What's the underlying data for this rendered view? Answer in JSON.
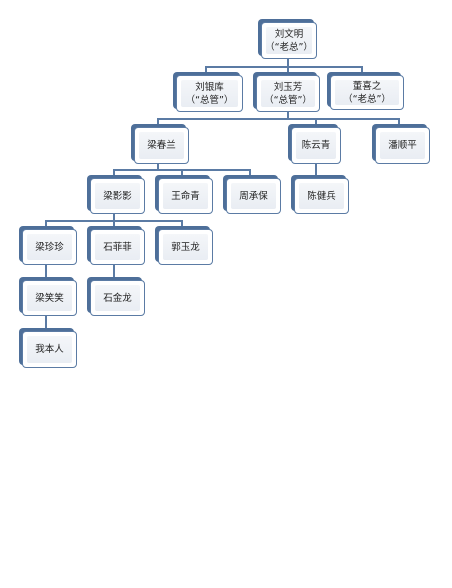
{
  "nodes": {
    "ceo": {
      "name": "刘文明",
      "title": "（“老总”）"
    },
    "mgr1": {
      "name": "刘银库",
      "title": "（“总管”）"
    },
    "mgr2": {
      "name": "刘玉芳",
      "title": "（“总管”）"
    },
    "mgr3": {
      "name": "董喜之",
      "title": "（“老总”）"
    },
    "liang_cl": {
      "name": "梁春兰"
    },
    "chen_yq": {
      "name": "陈云青"
    },
    "pan_sp": {
      "name": "潘顺平"
    },
    "liang_yy": {
      "name": "梁影影"
    },
    "wang_mq": {
      "name": "王命青"
    },
    "zhou_cb": {
      "name": "周承保"
    },
    "chen_jb": {
      "name": "陈健兵"
    },
    "liang_zz": {
      "name": "梁珍珍"
    },
    "shi_ff": {
      "name": "石菲菲"
    },
    "guo_yl": {
      "name": "郭玉龙"
    },
    "liang_xx": {
      "name": "梁笑笑"
    },
    "shi_jl": {
      "name": "石金龙"
    },
    "me": {
      "name": "我本人"
    }
  }
}
